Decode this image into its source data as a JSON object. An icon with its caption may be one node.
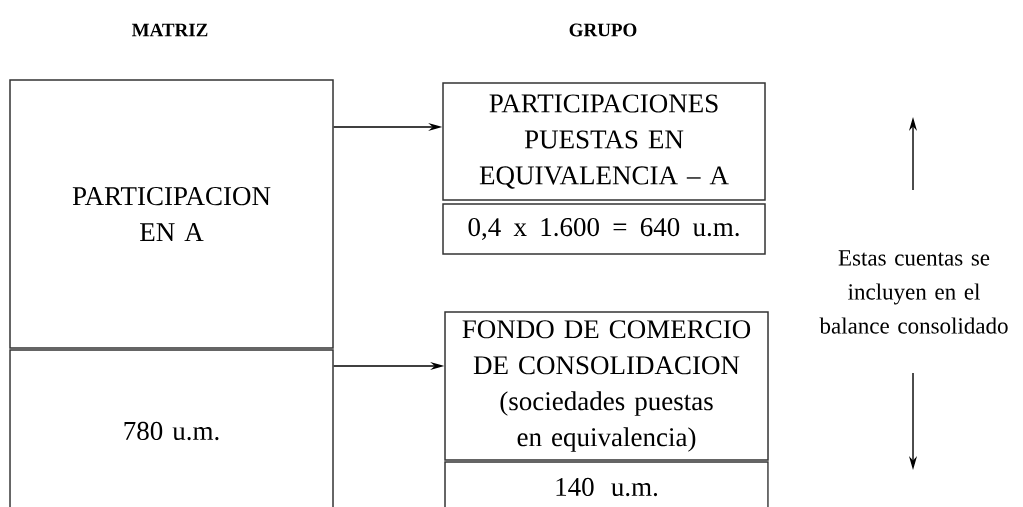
{
  "diagram": {
    "nodes": [
      {
        "text": [
          "PARTICIPACION EN A"
        ]
      },
      {
        "text": [
          "780 u.m."
        ]
      },
      {
        "text": [
          "PARTICIPACIONES PUESTAS EN EQUIVALENCIA – A"
        ]
      },
      {
        "text": [
          "0,4 x 1.600 = 640 u.m."
        ]
      },
      {
        "text": [
          "FONDO DE COMERCIO DE CONSOLIDACION",
          "(sociedades puestas en equivalencia)"
        ]
      },
      {
        "text": [
          "140 u.m."
        ]
      }
    ],
    "edges": [
      {
        "from": 0,
        "to": 2,
        "arrow": "to"
      },
      {
        "from": 1,
        "to": 4,
        "arrow": "to"
      }
    ],
    "labels": [
      "MATRIZ",
      "GRUPO",
      "Estas cuentas se incluyen en el balance consolidado"
    ]
  }
}
